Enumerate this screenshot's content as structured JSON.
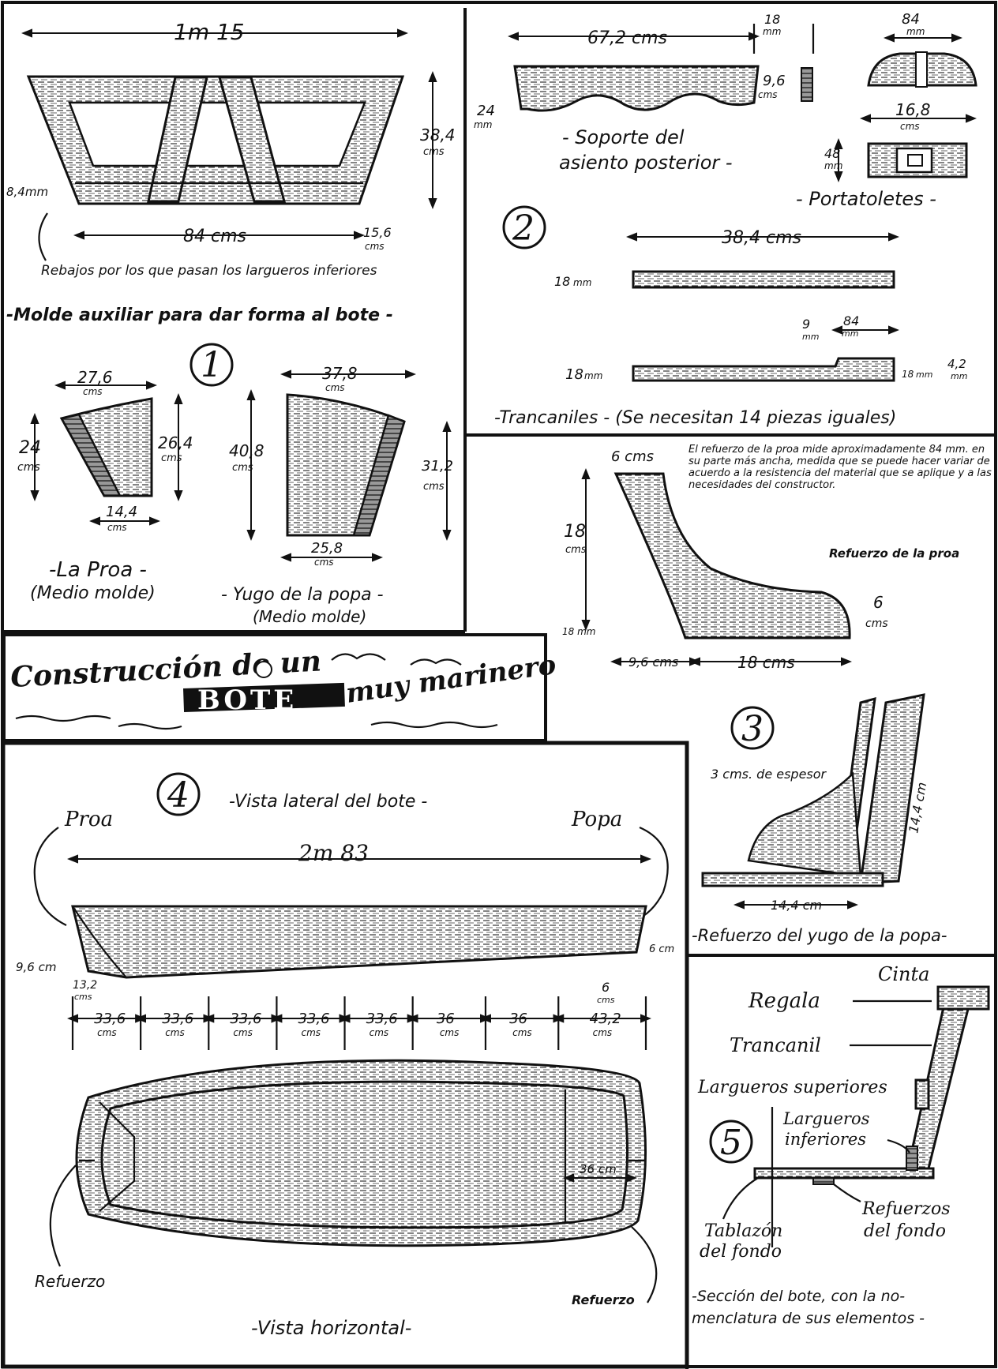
{
  "title": {
    "line1": "Construcción de un",
    "boat_word": "BOTE",
    "line2": "muy marinero"
  },
  "panel1": {
    "number": "1",
    "mold": {
      "top_width": "1m 15",
      "height": "38,4",
      "height_unit": "cms",
      "bottom_width": "84 cms",
      "side_offset": "15,6",
      "side_offset_unit": "cms",
      "notch": "8,4mm",
      "note": "Rebajos por los que pasan los largueros inferiores",
      "caption": "-Molde auxiliar para dar forma al bote -"
    },
    "proa": {
      "top": "27,6",
      "top_unit": "cms",
      "left_h": "24",
      "left_h_unit": "cms",
      "right_h": "26,4",
      "right_h_unit": "cms",
      "bottom": "14,4",
      "bottom_unit": "cms",
      "caption1": "-La Proa -",
      "caption2": "(Medio molde)"
    },
    "yugo": {
      "top": "37,8",
      "top_unit": "cms",
      "left_h": "40,8",
      "left_h_unit": "cms",
      "right_h": "31,2",
      "right_h_unit": "cms",
      "bottom": "25,8",
      "bottom_unit": "cms",
      "caption1": "- Yugo de la popa -",
      "caption2": "(Medio molde)"
    }
  },
  "panel2": {
    "number": "2",
    "soporte": {
      "length": "67,2 cms",
      "thick": "18",
      "thick_unit": "mm",
      "height": "9,6",
      "height_unit": "cms",
      "end": "24",
      "end_unit": "mm",
      "caption1": "- Soporte del",
      "caption2": "asiento posterior -"
    },
    "portatoletes": {
      "top": "84",
      "top_unit": "mm",
      "width": "16,8",
      "width_unit": "cms",
      "height": "48",
      "height_unit": "mm",
      "caption": "- Portatoletes -"
    },
    "trancaniles": {
      "length": "38,4 cms",
      "thick": "18",
      "thick_unit": "mm",
      "a": "9",
      "a_unit": "mm",
      "b": "84",
      "b_unit": "mm",
      "c": "4,2",
      "c_unit": "mm",
      "d": "18",
      "d_unit": "mm",
      "e": "18",
      "e_unit": "mm",
      "caption": "-Trancaniles - (Se necesitan 14 piezas iguales)"
    }
  },
  "panel3": {
    "number": "3",
    "refuerzo_proa": {
      "top": "6 cms",
      "height": "18",
      "height_unit": "cms",
      "base_thick": "18 mm",
      "left": "9,6 cms",
      "base": "18 cms",
      "right": "6",
      "right_unit": "cms",
      "note": "El refuerzo de la proa mide aproximadamente 84 mm. en su parte más ancha, medida que se puede hacer variar de acuerdo a la resistencia del material que se aplique y a las necesidades del constructor.",
      "label": "Refuerzo de la proa"
    },
    "yugo_ref": {
      "thickness": "3 cms. de espesor",
      "height": "14,4 cm",
      "base": "14,4 cm",
      "caption": "-Refuerzo del yugo de la popa-"
    }
  },
  "panel4": {
    "number": "4",
    "caption_top": "-Vista lateral del bote -",
    "proa": "Proa",
    "popa": "Popa",
    "length": "2m 83",
    "left_h": "9,6 cm",
    "right_h": "6 cm",
    "offset_left": "13,2",
    "offset_left_unit": "cms",
    "offset_right": "6",
    "offset_right_unit": "cms",
    "segments": [
      {
        "value": "33,6",
        "unit": "cms"
      },
      {
        "value": "33,6",
        "unit": "cms"
      },
      {
        "value": "33,6",
        "unit": "cms"
      },
      {
        "value": "33,6",
        "unit": "cms"
      },
      {
        "value": "33,6",
        "unit": "cms"
      },
      {
        "value": "36",
        "unit": "cms"
      },
      {
        "value": "36",
        "unit": "cms"
      },
      {
        "value": "43,2",
        "unit": "cms"
      }
    ],
    "inner": "36 cm",
    "ref_left": "Refuerzo",
    "ref_right": "Refuerzo",
    "caption_bottom": "-Vista horizontal-"
  },
  "panel5": {
    "number": "5",
    "cinta": "Cinta",
    "regala": "Regala",
    "trancanil": "Trancanil",
    "largueros_sup": "Largueros superiores",
    "largueros_inf1": "Largueros",
    "largueros_inf2": "inferiores",
    "tablazon1": "Tablazón",
    "tablazon2": "del fondo",
    "refuerzos1": "Refuerzos",
    "refuerzos2": "del fondo",
    "caption1": "-Sección del bote, con la no-",
    "caption2": "menclatura de sus elementos -"
  }
}
